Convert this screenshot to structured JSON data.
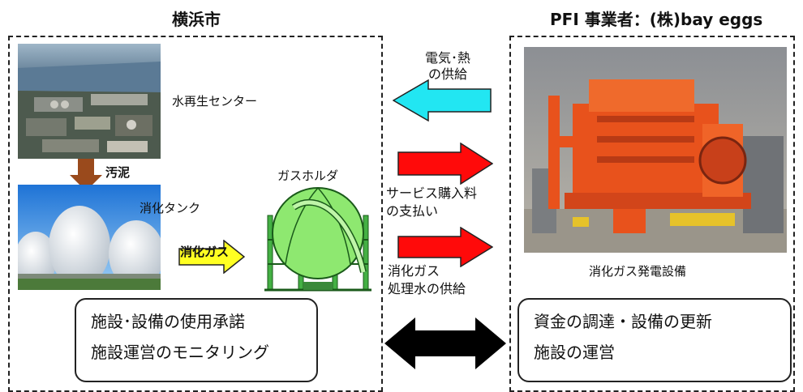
{
  "city": {
    "heading": "横浜市",
    "water_center_label": "水再生センター",
    "sludge_label": "汚泥",
    "digestion_tank_label": "消化タンク",
    "digestion_gas_label": "消化ガス",
    "gas_holder_label": "ガスホルダ",
    "roles": [
      "施設･設備の使用承諾",
      "施設運営のモニタリング"
    ]
  },
  "operator": {
    "heading": "PFI 事業者：(株)bay eggs",
    "generator_caption": "消化ガス発電設備",
    "roles": [
      "資金の調達・設備の更新",
      "施設の運営"
    ]
  },
  "flows": {
    "electricity_heat": [
      "電気･熱",
      "の供給"
    ],
    "service_payment": [
      "サービス購入料",
      "の支払い"
    ],
    "gas_water_supply": [
      "消化ガス",
      "処理水の供給"
    ]
  },
  "colors": {
    "cyan_arrow": "#22e6f2",
    "red_arrow": "#ff0a0a",
    "brown_arrow": "#9a4a1c",
    "yellow_arrow": "#ffff22",
    "holder_green": "#8ee870",
    "machine_orange": "#e8521c"
  }
}
